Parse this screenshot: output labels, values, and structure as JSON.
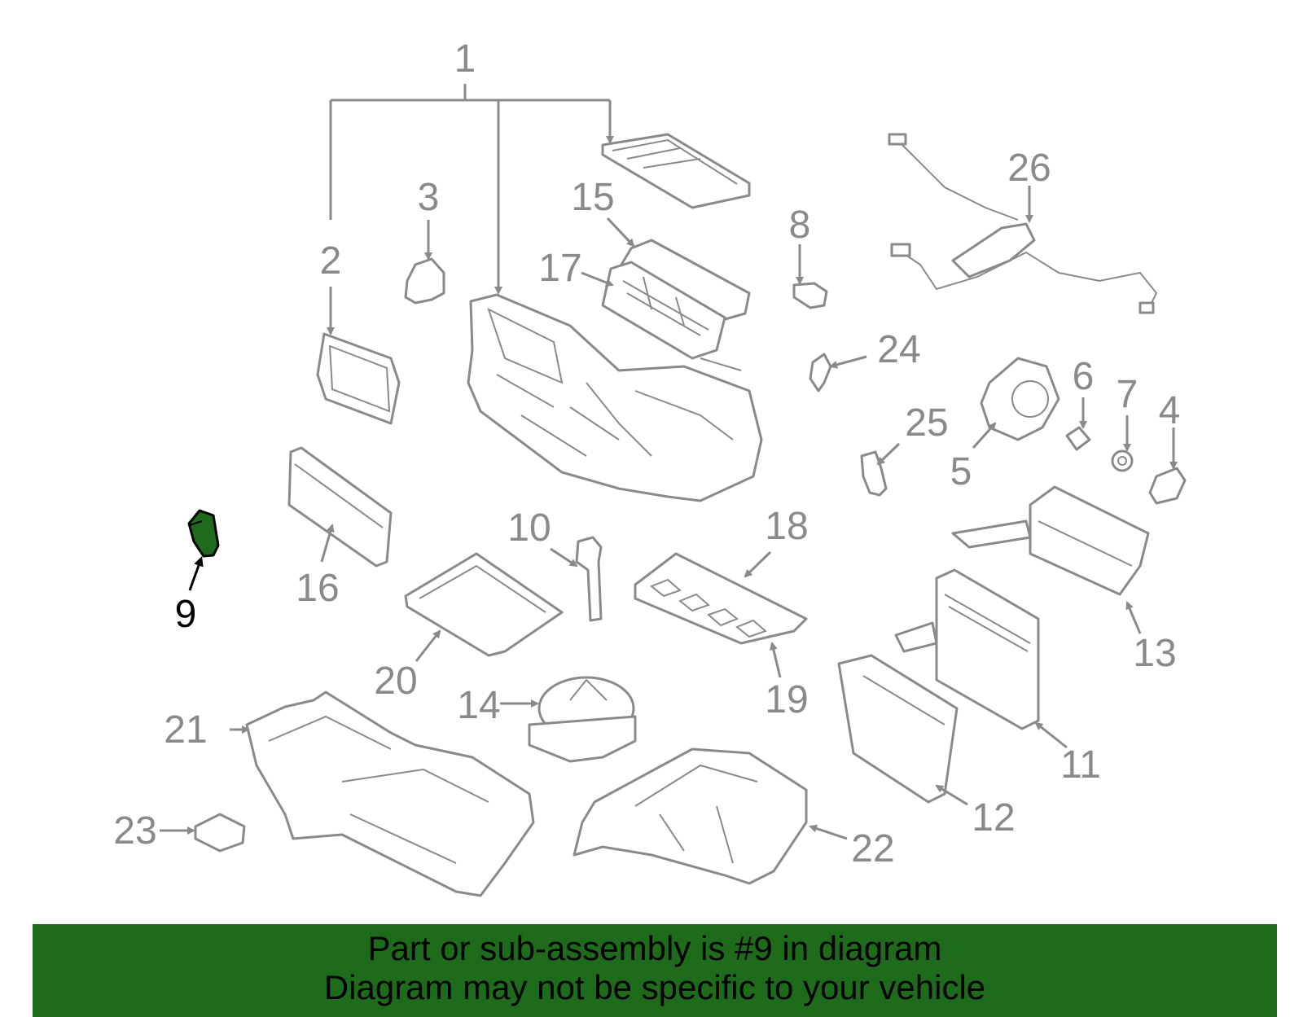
{
  "diagram": {
    "highlighted_part": "9",
    "highlight_color": "#1f6b1c",
    "line_color": "#8a8a8a",
    "callouts": [
      "1",
      "2",
      "3",
      "4",
      "5",
      "6",
      "7",
      "8",
      "9",
      "10",
      "11",
      "12",
      "13",
      "14",
      "15",
      "16",
      "17",
      "18",
      "19",
      "20",
      "21",
      "22",
      "23",
      "24",
      "25",
      "26"
    ]
  },
  "banner": {
    "line1": "Part or sub-assembly is #9 in diagram",
    "line2": "Diagram may not be specific to your vehicle",
    "background": "#1f6b1c"
  }
}
